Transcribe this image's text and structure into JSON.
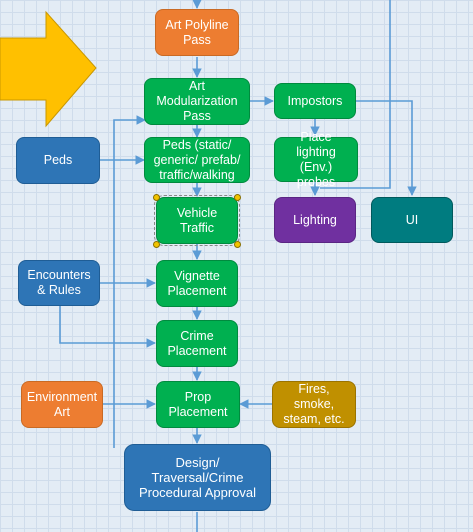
{
  "nodes": {
    "art_polyline_pass": "Art Polyline\nPass",
    "art_modularization_pass": "Art\nModularization\nPass",
    "impostors": "Impostors",
    "peds_input": "Peds",
    "peds_process": "Peds (static/\ngeneric/ prefab/\ntraffic/walking",
    "place_lighting": "Place lighting\n(Env.) probes",
    "vehicle_traffic": "Vehicle\nTraffic",
    "lighting": "Lighting",
    "ui": "UI",
    "encounters_rules": "Encounters\n& Rules",
    "vignette_placement": "Vignette\nPlacement",
    "crime_placement": "Crime\nPlacement",
    "environment_art": "Environment\nArt",
    "prop_placement": "Prop\nPlacement",
    "fires_smoke": "Fires, smoke,\nsteam, etc.",
    "design_approval": "Design/ Traversal/Crime\nProcedural Approval"
  },
  "colors": {
    "orange": "#ed7d31",
    "green": "#00b050",
    "blue": "#2e75b6",
    "purple": "#7030a0",
    "teal": "#007c80",
    "gold": "#c09000",
    "arrow_shape": "#ffc000",
    "connector": "#5b9bd5"
  }
}
